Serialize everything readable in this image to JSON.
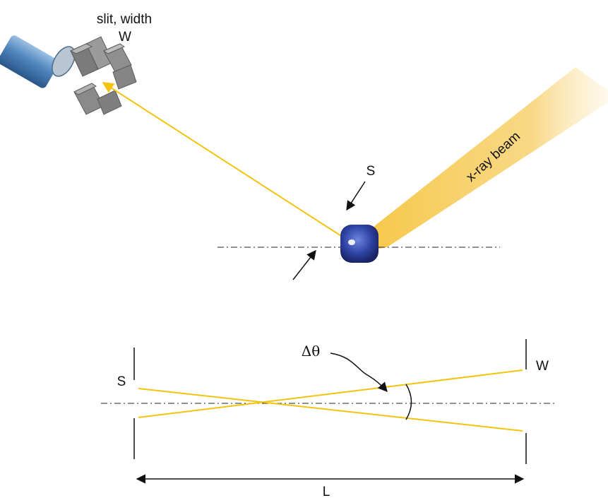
{
  "labels": {
    "slit_caption": "slit, width",
    "slit_symbol": "W",
    "sample_symbol": "S",
    "beam": "x-ray beam",
    "lower_slit_symbol": "W",
    "lower_sample_symbol": "S",
    "delta_theta": "Δθ",
    "length_symbol": "L"
  },
  "colors": {
    "ray": "#f2c40f",
    "beam": "#f6c64a",
    "detector": "#5b8fc4",
    "slit_block": "#8c8c8c",
    "sample": "#2c3f9a",
    "ink": "#111111"
  }
}
